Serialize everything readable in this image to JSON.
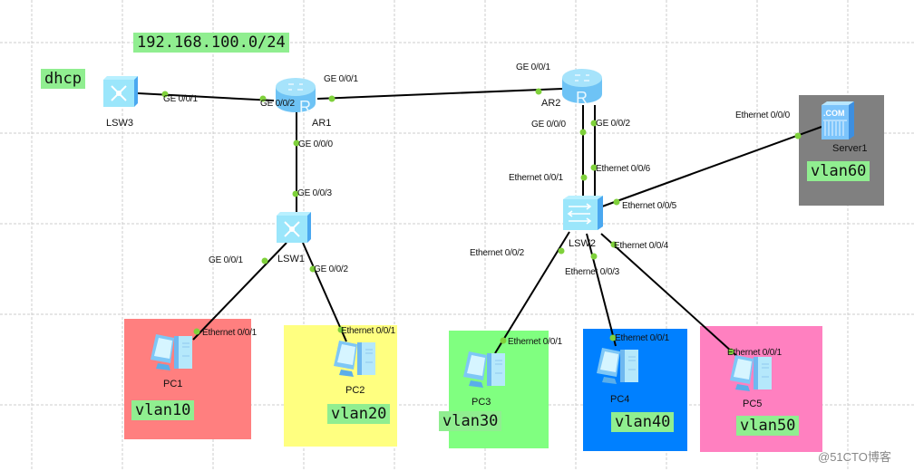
{
  "subnet_label": "192.168.100.0/24",
  "dhcp_label": "dhcp",
  "watermark": "@51CTO博客",
  "colors": {
    "vlan10": "#ff7f7f",
    "vlan20": "#ffff80",
    "vlan30": "#80ff80",
    "vlan40": "#0080ff",
    "vlan50": "#ff80c0",
    "vlan60": "#808080",
    "tag": "#90ee90",
    "port_dot": "#7fd13b",
    "link": "#000000",
    "grid": "#cccccc"
  },
  "devices": {
    "LSW3": {
      "name": "LSW3",
      "type": "l3-switch"
    },
    "AR1": {
      "name": "AR1",
      "type": "router"
    },
    "AR2": {
      "name": "AR2",
      "type": "router"
    },
    "LSW1": {
      "name": "LSW1",
      "type": "l3-switch"
    },
    "LSW2": {
      "name": "LSW2",
      "type": "l2-switch"
    },
    "Server1": {
      "name": "Server1",
      "type": "server"
    },
    "PC1": {
      "name": "PC1",
      "type": "pc"
    },
    "PC2": {
      "name": "PC2",
      "type": "pc"
    },
    "PC3": {
      "name": "PC3",
      "type": "pc"
    },
    "PC4": {
      "name": "PC4",
      "type": "pc"
    },
    "PC5": {
      "name": "PC5",
      "type": "pc"
    }
  },
  "vlans": [
    {
      "label": "vlan10",
      "device": "PC1"
    },
    {
      "label": "vlan20",
      "device": "PC2"
    },
    {
      "label": "vlan30",
      "device": "PC3"
    },
    {
      "label": "vlan40",
      "device": "PC4"
    },
    {
      "label": "vlan50",
      "device": "PC5"
    },
    {
      "label": "vlan60",
      "device": "Server1"
    }
  ],
  "links": [
    {
      "from": "LSW3",
      "from_port": "GE 0/0/1",
      "to": "AR1",
      "to_port": "GE 0/0/2"
    },
    {
      "from": "AR1",
      "from_port": "GE 0/0/1",
      "to": "AR2",
      "to_port": "GE 0/0/1"
    },
    {
      "from": "AR1",
      "from_port": "GE 0/0/0",
      "to": "LSW1",
      "to_port": "GE 0/0/3"
    },
    {
      "from": "AR2",
      "from_port": "GE 0/0/0",
      "to": "LSW2",
      "to_port": "Ethernet 0/0/1"
    },
    {
      "from": "AR2",
      "from_port": "GE 0/0/2",
      "to": "LSW2",
      "to_port": "Ethernet 0/0/6"
    },
    {
      "from": "LSW2",
      "from_port": "Ethernet 0/0/5",
      "to": "Server1",
      "to_port": "Ethernet 0/0/0"
    },
    {
      "from": "LSW1",
      "from_port": "GE 0/0/1",
      "to": "PC1",
      "to_port": "Ethernet 0/0/1"
    },
    {
      "from": "LSW1",
      "from_port": "GE 0/0/2",
      "to": "PC2",
      "to_port": "Ethernet 0/0/1"
    },
    {
      "from": "LSW2",
      "from_port": "Ethernet 0/0/2",
      "to": "PC3",
      "to_port": "Ethernet 0/0/1"
    },
    {
      "from": "LSW2",
      "from_port": "Ethernet 0/0/3",
      "to": "PC4",
      "to_port": "Ethernet 0/0/1"
    },
    {
      "from": "LSW2",
      "from_port": "Ethernet 0/0/4",
      "to": "PC5",
      "to_port": "Ethernet 0/0/1"
    }
  ]
}
